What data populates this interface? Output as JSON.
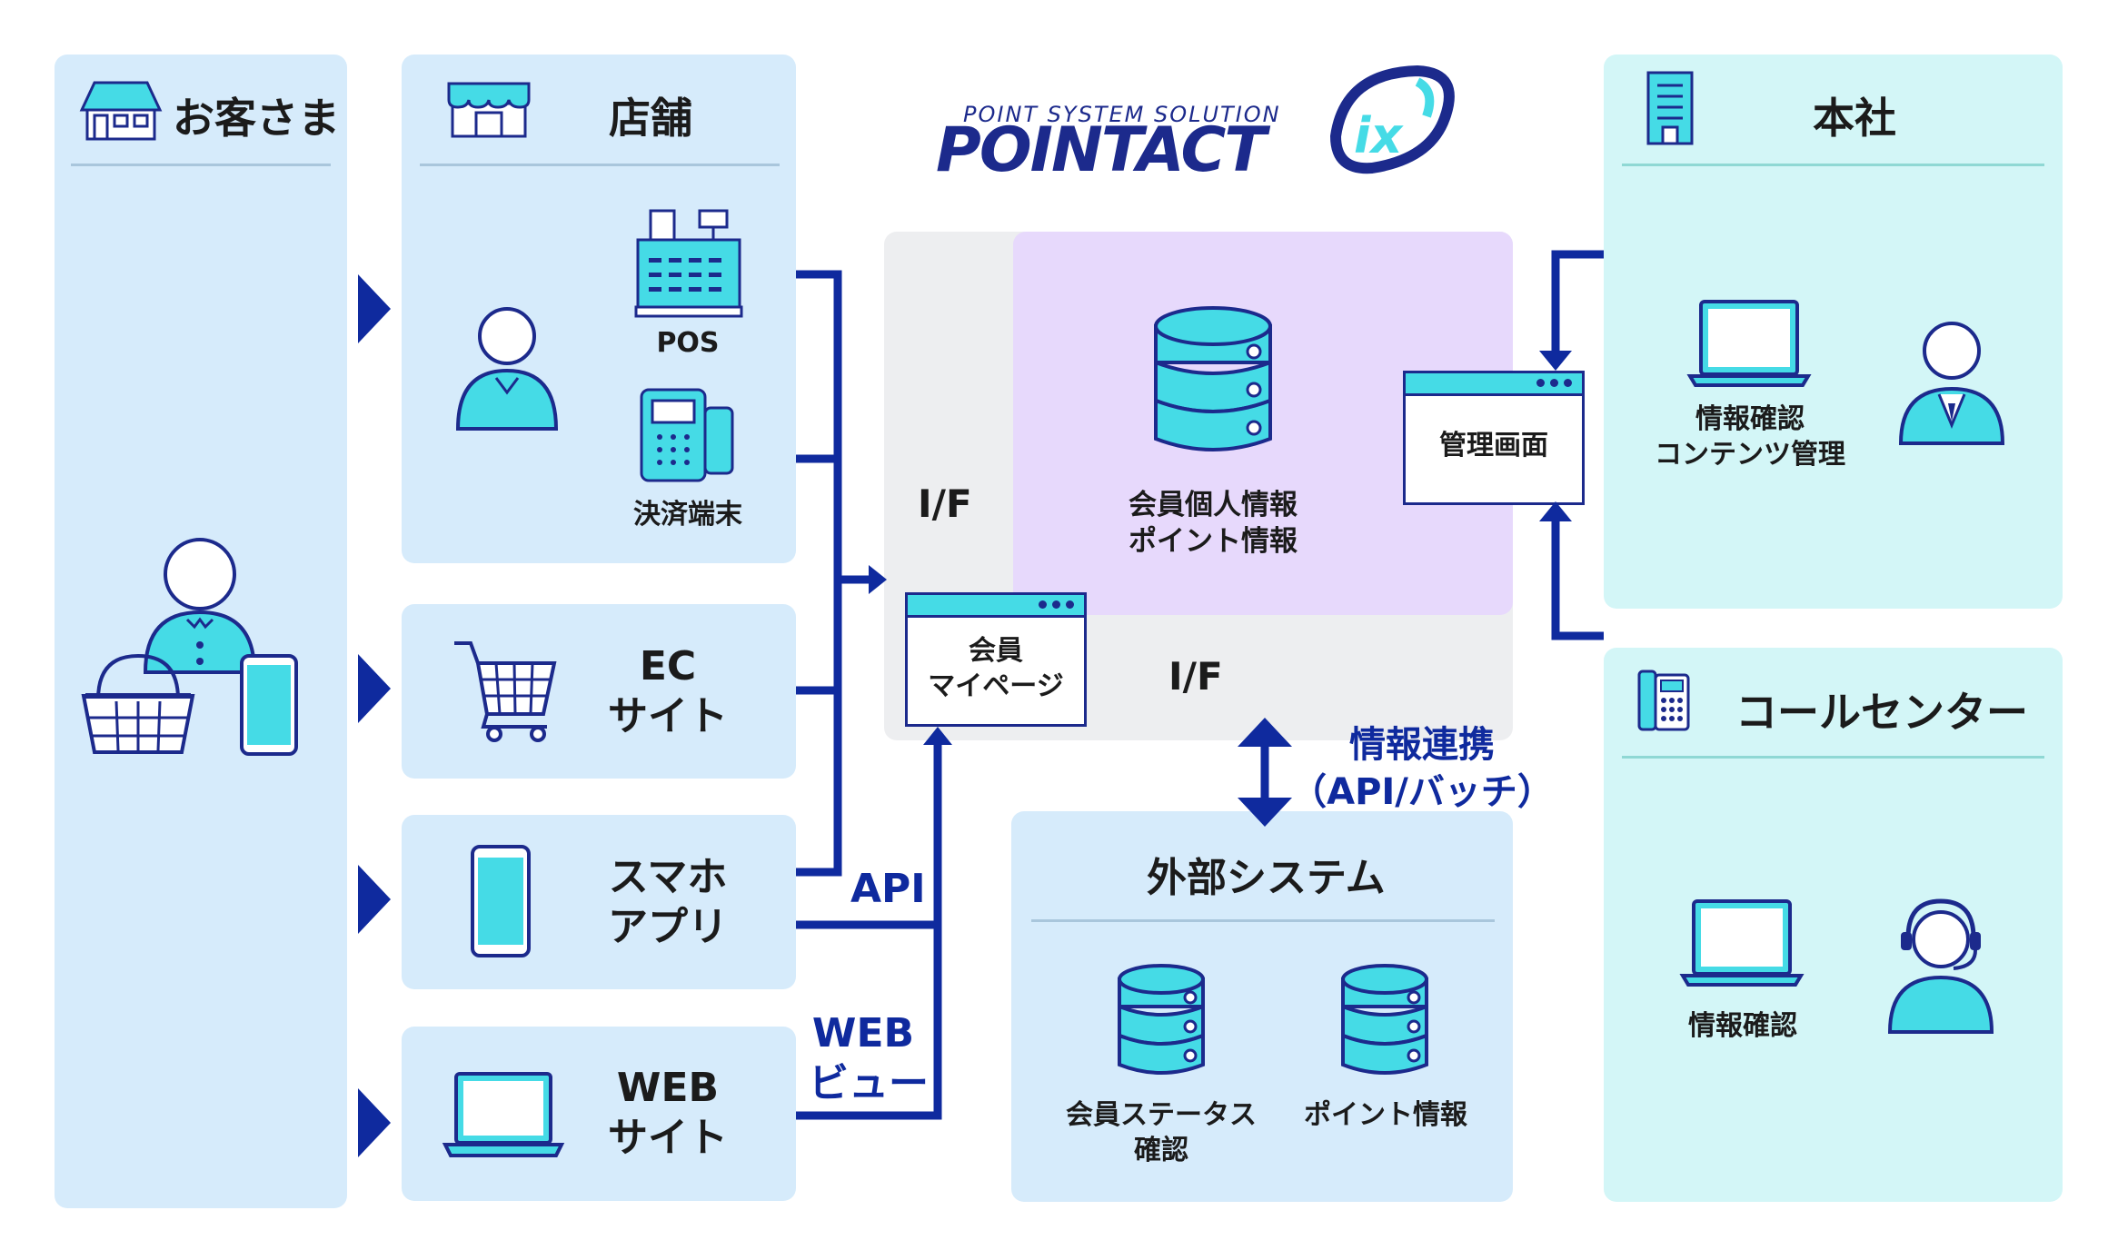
{
  "logo": {
    "tagline": "POINT SYSTEM SOLUTION",
    "wordmark": "POINTACT",
    "mark": "ix"
  },
  "customer": {
    "title": "お客さま"
  },
  "store": {
    "title": "店舗",
    "pos": "POS",
    "terminal": "決済端末"
  },
  "ec": {
    "line1": "EC",
    "line2": "サイト"
  },
  "app": {
    "line1": "スマホ",
    "line2": "アプリ"
  },
  "web": {
    "line1": "WEB",
    "line2": "サイト"
  },
  "system": {
    "if_left": "I/F",
    "if_bottom": "I/F",
    "db_line1": "会員個人情報",
    "db_line2": "ポイント情報",
    "mypage_line1": "会員",
    "mypage_line2": "マイページ",
    "admin": "管理画面"
  },
  "connectors": {
    "api": "API",
    "webview_line1": "WEB",
    "webview_line2": "ビュー"
  },
  "sync": {
    "line1": "情報連携",
    "line2": "（API/バッチ）"
  },
  "external": {
    "title": "外部システム",
    "item1_line1": "会員ステータス",
    "item1_line2": "確認",
    "item2": "ポイント情報"
  },
  "hq": {
    "title": "本社",
    "line1": "情報確認",
    "line2": "コンテンツ管理"
  },
  "call": {
    "title": "コールセンター",
    "label": "情報確認"
  },
  "colors": {
    "navy": "#0f2a9e",
    "icon_fill": "#45dbe6",
    "icon_stroke": "#1c2a8c",
    "panel_blue": "#d6ebfb",
    "panel_teal": "#d3f6f7",
    "panel_purple": "#e7d9fc",
    "panel_gray": "#edeef0"
  }
}
